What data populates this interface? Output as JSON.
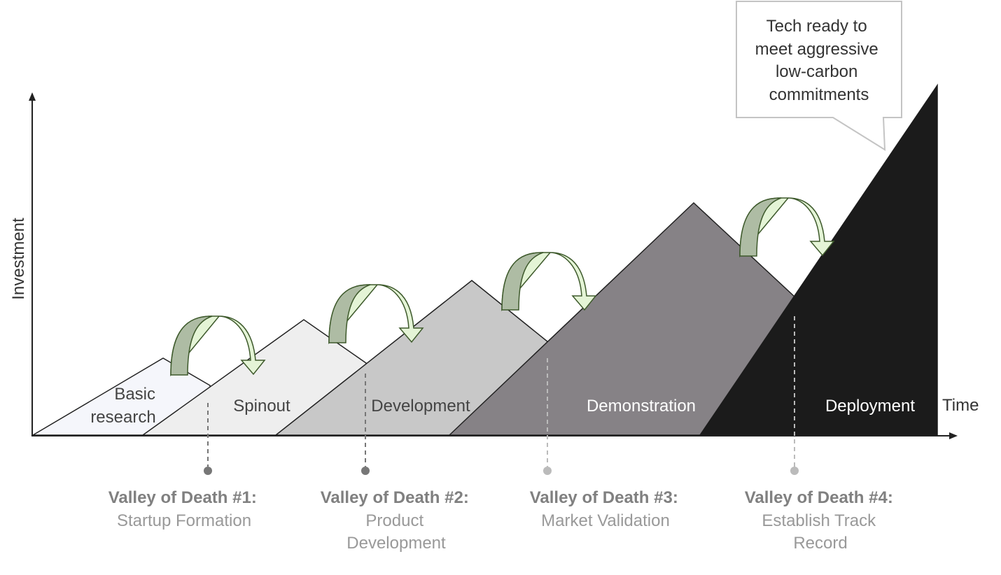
{
  "diagram": {
    "axes": {
      "x_label": "Time",
      "y_label": "Investment"
    },
    "stages": [
      {
        "label_lines": [
          "Basic",
          "research"
        ],
        "fill": "#f5f6fb",
        "text_color": "#444444"
      },
      {
        "label_lines": [
          "Spinout"
        ],
        "fill": "#eeeeee",
        "text_color": "#444444"
      },
      {
        "label_lines": [
          "Development"
        ],
        "fill": "#c8c8c8",
        "text_color": "#444444"
      },
      {
        "label_lines": [
          "Demonstration"
        ],
        "fill": "#868286",
        "text_color": "#ffffff"
      },
      {
        "label_lines": [
          "Deployment"
        ],
        "fill": "#1b1b1b",
        "text_color": "#ffffff"
      }
    ],
    "valleys": [
      {
        "title": "Valley of Death #1:",
        "sub_lines": [
          "Startup Formation"
        ],
        "marker_color": "#777777"
      },
      {
        "title": "Valley of Death #2:",
        "sub_lines": [
          "Product",
          "Development"
        ],
        "marker_color": "#777777"
      },
      {
        "title": "Valley of Death #3:",
        "sub_lines": [
          "Market Validation"
        ],
        "marker_color": "#bbbbbb"
      },
      {
        "title": "Valley of Death #4:",
        "sub_lines": [
          "Establish Track",
          "Record"
        ],
        "marker_color": "#bbbbbb"
      }
    ],
    "callout": {
      "lines": [
        "Tech ready to",
        "meet aggressive",
        "low-carbon",
        "commitments"
      ]
    },
    "colors": {
      "arrow_fill_dark": "#aebca4",
      "arrow_fill_light": "#e4f4d6",
      "arrow_stroke": "#3e5a2c",
      "valley_title": "#808080",
      "valley_sub": "#999999",
      "axis": "#222222"
    }
  }
}
